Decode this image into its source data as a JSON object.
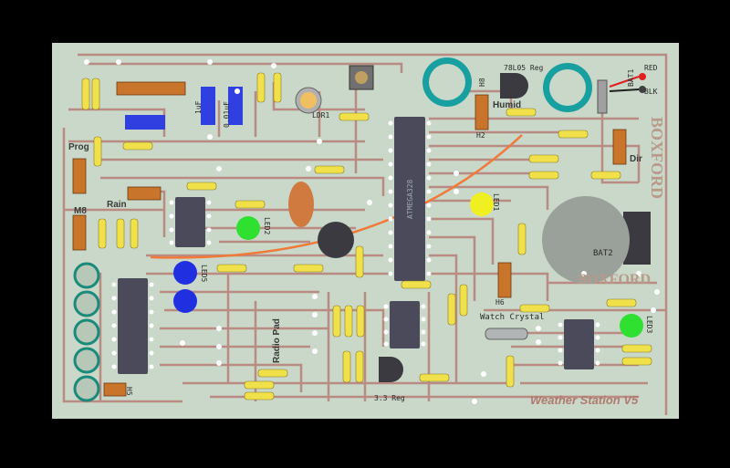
{
  "board": {
    "title": "Weather Station V5",
    "brand_right": "BOXFORD",
    "brand_center": "BOXFORD",
    "colors": {
      "background": "#000000",
      "pcb": "#c9d8c9",
      "trace": "#b98b82",
      "pad": "#ffffff",
      "ic": "#4a4a5a",
      "resistor": "#f0e04a",
      "header": "#c8742a",
      "flying_wire": "#f07a3a"
    }
  },
  "labels": {
    "prog": "Prog",
    "m8": "M8",
    "rain": "Rain",
    "humid": "Humid",
    "dir": "Dir",
    "radio_pad": "Radio Pad",
    "watch_crystal": "Watch Crystal",
    "reg33": "3.3 Reg",
    "reg78l05": "78L05 Reg",
    "bat1": "BAT1",
    "bat2": "BAT2",
    "red": "RED",
    "blk": "BLK",
    "ldr1": "LDR1",
    "led1": "LED1",
    "led2": "LED2",
    "led3": "LED3",
    "led5": "LED5",
    "h2": "H2",
    "h5": "H5",
    "h6": "H6",
    "h8": "H8",
    "cap1": "1uF",
    "cap2": "0.01uF"
  }
}
